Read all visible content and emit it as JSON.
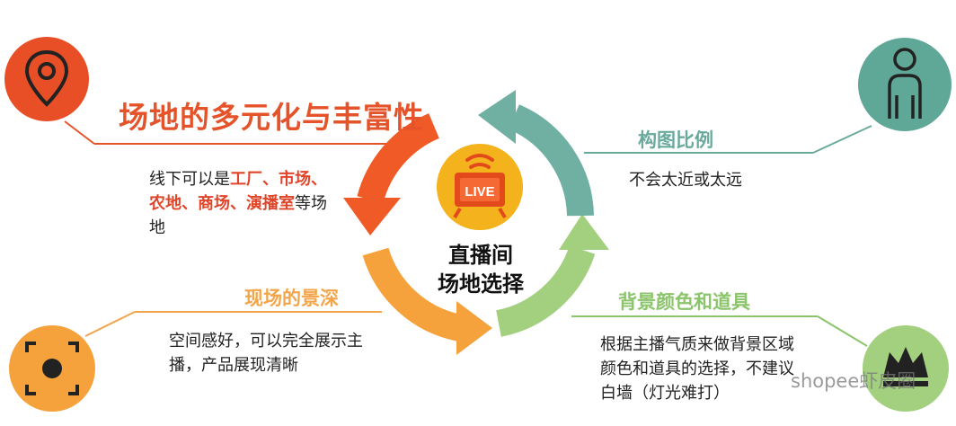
{
  "center": {
    "line1": "直播间",
    "line2": "场地选择",
    "live_label": "LIVE"
  },
  "venue": {
    "title": "场地的多元化与丰富性",
    "desc_parts": [
      "线下可以是",
      "工厂、市场、农地、商场、演播室",
      "等场地"
    ]
  },
  "composition": {
    "title": "构图比例",
    "desc": "不会太近或太远"
  },
  "depth": {
    "title": "现场的景深",
    "desc": "空间感好，可以完全展示主播，产品展现清晰"
  },
  "background": {
    "title": "背景颜色和道具",
    "desc": "根据主播气质来做背景区域颜色和道具的选择，不建议白墙（灯光难打）"
  },
  "watermark": "shopee虾皮圈",
  "colors": {
    "red": "#e5532a",
    "orange": "#f2a54a",
    "teal": "#6aaa9c",
    "green": "#8cc46c",
    "live_yellow": "#f4b21c",
    "live_red": "#e24a1c"
  },
  "icons": {
    "venue": "location-pin-icon",
    "composition": "person-icon",
    "depth": "camera-focus-icon",
    "background": "crown-icon",
    "center": "live-tv-icon"
  }
}
